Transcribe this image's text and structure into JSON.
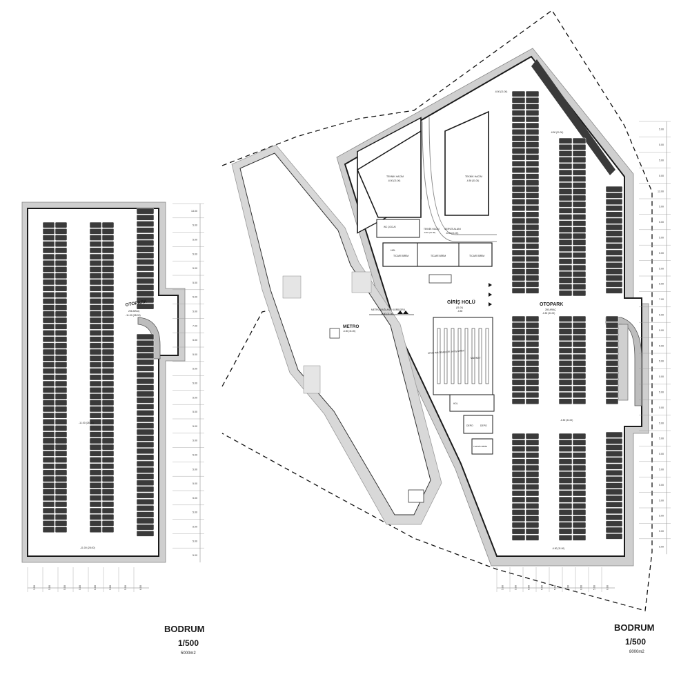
{
  "left_plan": {
    "title": "BODRUM",
    "scale": "1/500",
    "area": "5000m2",
    "zone_label": "OTOPARK",
    "zone_sub1": "206 ARAÇ",
    "zone_sub2": "-11.00 (28.00)",
    "elev_mid": "-11.00 (28.00)",
    "elev_bottom": "-11.00 (28.00)",
    "right_dims": [
      "13.00",
      "5.00",
      "5.00",
      "5.00",
      "5.00",
      "5.00",
      "5.00",
      "5.00",
      "7.00",
      "5.00",
      "5.00",
      "5.00",
      "5.00",
      "5.00",
      "5.00",
      "5.00",
      "5.00",
      "5.00",
      "5.00",
      "5.00",
      "5.00",
      "5.00",
      "5.00",
      "5.00",
      "5.00"
    ],
    "bottom_dims": [
      "3.00",
      "5.00",
      "5.00",
      "5.00",
      "6.00",
      "5.00",
      "5.00",
      "6.00"
    ]
  },
  "right_plan": {
    "title": "BODRUM",
    "scale": "1/500",
    "area": "8000m2",
    "otopark_label": "OTOPARK",
    "otopark_sub1": "280 ARAÇ",
    "otopark_sub2": "-6.50 (31.00)",
    "giris_label": "GİRİŞ HOLÜ",
    "giris_sub1": "(31.00)",
    "giris_sub2": "-6.50",
    "metro_label": "METRO",
    "metro_sub": "-6.50 (31.00)",
    "metro_corridor": "METRO BAĞLANTI KORİDORU",
    "metro_corridor_elev": "-6.50 (31.00)",
    "teknik1": "TEKNİK HACİM",
    "teknik1_elev": "-6.50 (31.00)",
    "teknik2": "TEKNİK HACİM",
    "teknik2_elev": "-6.50 (31.00)",
    "teknik3": "TEKNİK HACİM",
    "teknik3_elev": "-6.50 (31.00)",
    "servis": "SERVİS ALANI",
    "servis_elev": "-6.50 (31.00)",
    "wc": "WC ÇOCUK",
    "ticari1": "TİCARİ BİRİM",
    "ticari2": "TİCARİ BİRİM",
    "ticari3": "TİCARİ BİRİM",
    "hol": "HOL",
    "spor": "SPOR MALZEMELERİ SATIŞ BİRİMİ",
    "market": "MARKET",
    "depo1": "DEPO",
    "depo2": "DEPO",
    "teknik4": "TEKNİK BİRİM",
    "elev_top": "-6.50 (31.00)",
    "elev_upper": "-6.50 (31.00)",
    "elev_mid": "-6.50 (31.00)",
    "elev_bottom": "-6.50 (31.00)",
    "right_dims": [
      "5.00",
      "5.00",
      "5.00",
      "5.00",
      "13.00",
      "5.00",
      "5.00",
      "5.00",
      "5.00",
      "5.00",
      "5.00",
      "7.00",
      "5.00",
      "5.00",
      "5.00",
      "5.00",
      "5.00",
      "5.00",
      "5.00",
      "5.00",
      "5.00",
      "5.00",
      "5.00",
      "5.00",
      "5.00",
      "5.00",
      "5.00",
      "5.00"
    ],
    "bottom_dims": [
      "5.00",
      "5.00",
      "5.00",
      "5.00",
      "5.00",
      "5.00",
      "6.00",
      "5.00",
      "6.00"
    ]
  },
  "colors": {
    "wall_gray": "#c8c8c8",
    "line_dark": "#1a1a1a",
    "car_block": "#3a3a3a",
    "accent_none": "#ffffff"
  }
}
